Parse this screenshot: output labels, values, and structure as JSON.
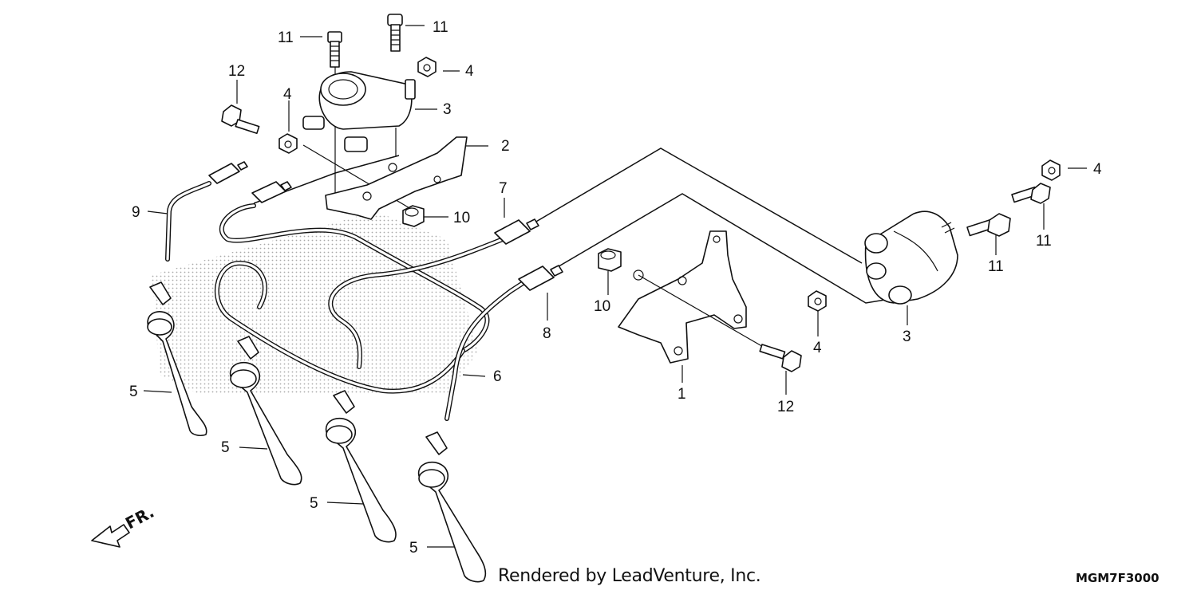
{
  "diagram": {
    "callouts": {
      "c1": "1",
      "c2": "2",
      "c3a": "3",
      "c3b": "3",
      "c4a": "4",
      "c4b": "4",
      "c4c": "4",
      "c4d": "4",
      "c5a": "5",
      "c5b": "5",
      "c5c": "5",
      "c5d": "5",
      "c6": "6",
      "c7": "7",
      "c8": "8",
      "c9": "9",
      "c10a": "10",
      "c10b": "10",
      "c11a": "11",
      "c11b": "11",
      "c11c": "11",
      "c11d": "11",
      "c12a": "12",
      "c12b": "12"
    },
    "front_marker": "FR.",
    "credit": "Rendered by LeadVenture, Inc.",
    "diagram_code": "MGM7F3000"
  }
}
